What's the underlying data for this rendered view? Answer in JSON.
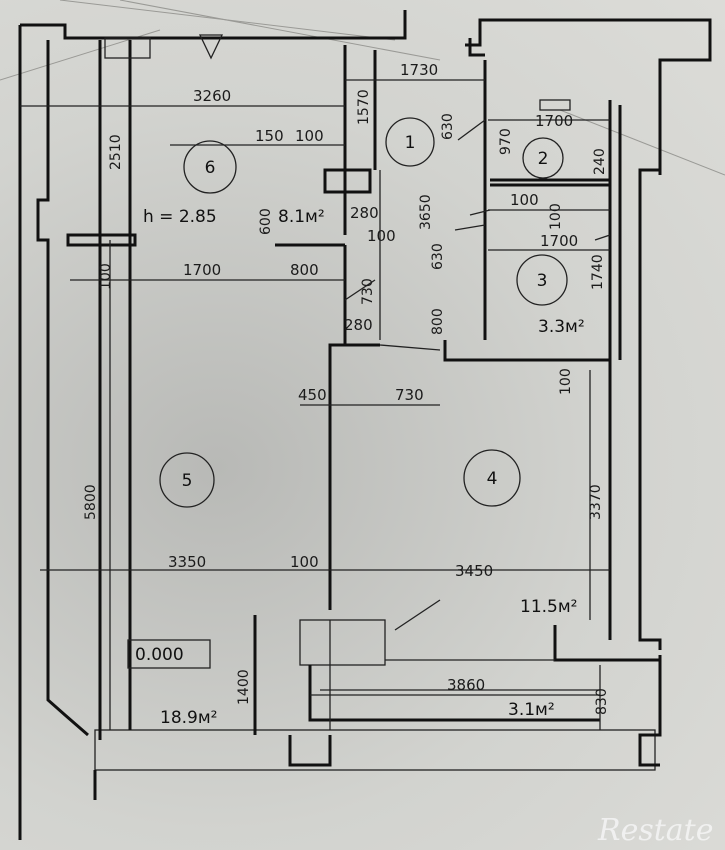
{
  "plan": {
    "ceiling_height": "h = 2.85",
    "level_mark": "0.000",
    "rooms": [
      {
        "number": "1",
        "area": ""
      },
      {
        "number": "2",
        "area": ""
      },
      {
        "number": "3",
        "area": "3.3м²"
      },
      {
        "number": "4",
        "area": "11.5м²"
      },
      {
        "number": "5",
        "area": "18.9м²"
      },
      {
        "number": "6",
        "area": "8.1м²"
      }
    ],
    "balcony_area": "3.1м²",
    "dims": {
      "d3260": "3260",
      "d1730": "1730",
      "d1570": "1570",
      "d2510": "2510",
      "d150": "150",
      "d100a": "100",
      "d630a": "630",
      "d1700a": "1700",
      "d970": "970",
      "d240": "240",
      "d3650": "3650",
      "d600": "600",
      "d280": "280",
      "d100b": "100",
      "d100c": "100",
      "d100d": "100",
      "d1700b": "1700",
      "d630b": "630",
      "d100e": "100",
      "d1700c": "1700",
      "d800a": "800",
      "d730a": "730",
      "d1740": "1740",
      "d280b": "280",
      "d800b": "800",
      "d450": "450",
      "d730b": "730",
      "d100f": "100",
      "d5800": "5800",
      "d3370": "3370",
      "d3350": "3350",
      "d100g": "100",
      "d3450": "3450",
      "d1400": "1400",
      "d3860": "3860",
      "d830": "830"
    }
  },
  "watermark": "Restate"
}
